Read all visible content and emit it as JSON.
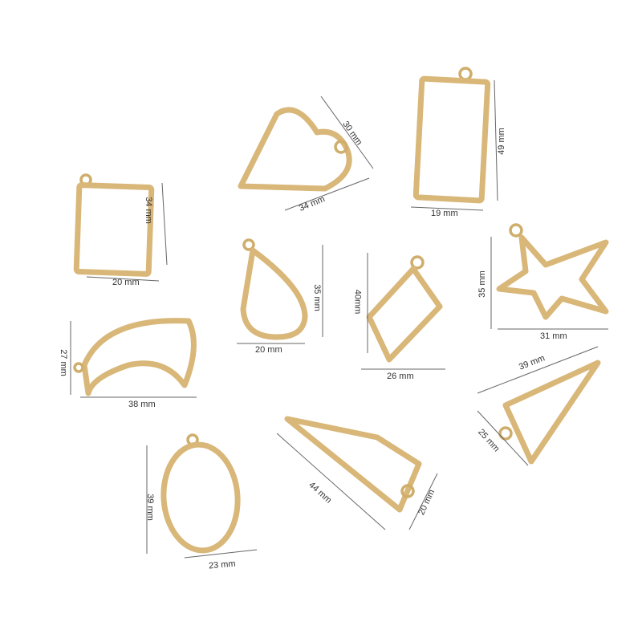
{
  "pendants": [
    {
      "shape": "small-rectangle",
      "height": "34 mm",
      "width": "20 mm"
    },
    {
      "shape": "heart",
      "height": "30 mm",
      "width": "34 mm"
    },
    {
      "shape": "tall-rectangle",
      "height": "49 mm",
      "width": "19 mm"
    },
    {
      "shape": "teardrop",
      "height": "35 mm",
      "width": "20 mm"
    },
    {
      "shape": "rhombus",
      "height": "40mm",
      "width": "26 mm"
    },
    {
      "shape": "star",
      "height": "35 mm",
      "width": "31 mm"
    },
    {
      "shape": "crescent-moon",
      "height": "27 mm",
      "width": "38 mm"
    },
    {
      "shape": "triangle",
      "width": "39 mm",
      "height": "25 mm"
    },
    {
      "shape": "oval",
      "height": "39 mm",
      "width": "23 mm"
    },
    {
      "shape": "house",
      "length": "44 mm",
      "width": "20 mm"
    }
  ]
}
